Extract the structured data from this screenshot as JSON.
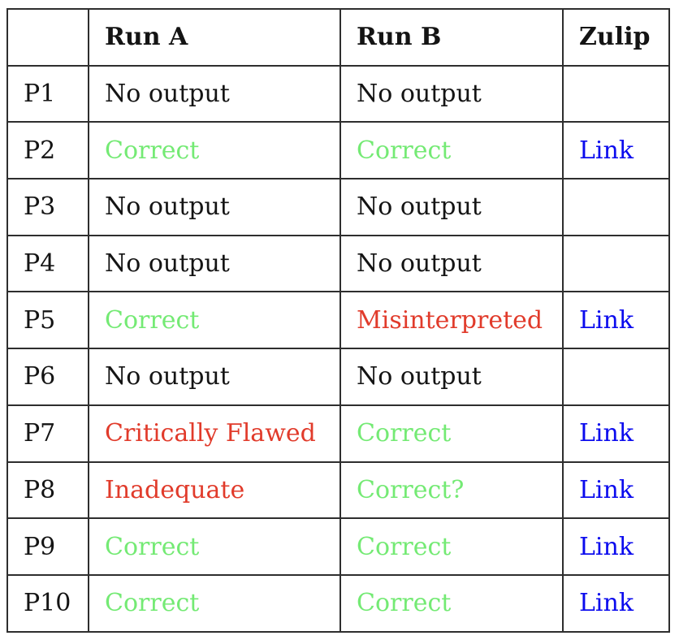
{
  "table": {
    "headers": [
      "",
      "Run A",
      "Run B",
      "Zulip"
    ],
    "rows": [
      {
        "id": "P1",
        "run_a": {
          "text": "No output",
          "tone": "plain"
        },
        "run_b": {
          "text": "No output",
          "tone": "plain"
        },
        "zulip": ""
      },
      {
        "id": "P2",
        "run_a": {
          "text": "Correct",
          "tone": "good"
        },
        "run_b": {
          "text": "Correct",
          "tone": "good"
        },
        "zulip": "Link"
      },
      {
        "id": "P3",
        "run_a": {
          "text": "No output",
          "tone": "plain"
        },
        "run_b": {
          "text": "No output",
          "tone": "plain"
        },
        "zulip": ""
      },
      {
        "id": "P4",
        "run_a": {
          "text": "No output",
          "tone": "plain"
        },
        "run_b": {
          "text": "No output",
          "tone": "plain"
        },
        "zulip": ""
      },
      {
        "id": "P5",
        "run_a": {
          "text": "Correct",
          "tone": "good"
        },
        "run_b": {
          "text": "Misinterpreted",
          "tone": "bad"
        },
        "zulip": "Link"
      },
      {
        "id": "P6",
        "run_a": {
          "text": "No output",
          "tone": "plain"
        },
        "run_b": {
          "text": "No output",
          "tone": "plain"
        },
        "zulip": ""
      },
      {
        "id": "P7",
        "run_a": {
          "text": "Critically Flawed",
          "tone": "bad"
        },
        "run_b": {
          "text": "Correct",
          "tone": "good"
        },
        "zulip": "Link"
      },
      {
        "id": "P8",
        "run_a": {
          "text": "Inadequate",
          "tone": "bad"
        },
        "run_b": {
          "text": "Correct?",
          "tone": "good"
        },
        "zulip": "Link"
      },
      {
        "id": "P9",
        "run_a": {
          "text": "Correct",
          "tone": "good"
        },
        "run_b": {
          "text": "Correct",
          "tone": "good"
        },
        "zulip": "Link"
      },
      {
        "id": "P10",
        "run_a": {
          "text": "Correct",
          "tone": "good"
        },
        "run_b": {
          "text": "Correct",
          "tone": "good"
        },
        "zulip": "Link"
      }
    ]
  },
  "colors": {
    "plain": "#141414",
    "good": "#74ea74",
    "bad": "#e13b2b",
    "link": "#0b0bee",
    "border": "#2e2e2e"
  }
}
